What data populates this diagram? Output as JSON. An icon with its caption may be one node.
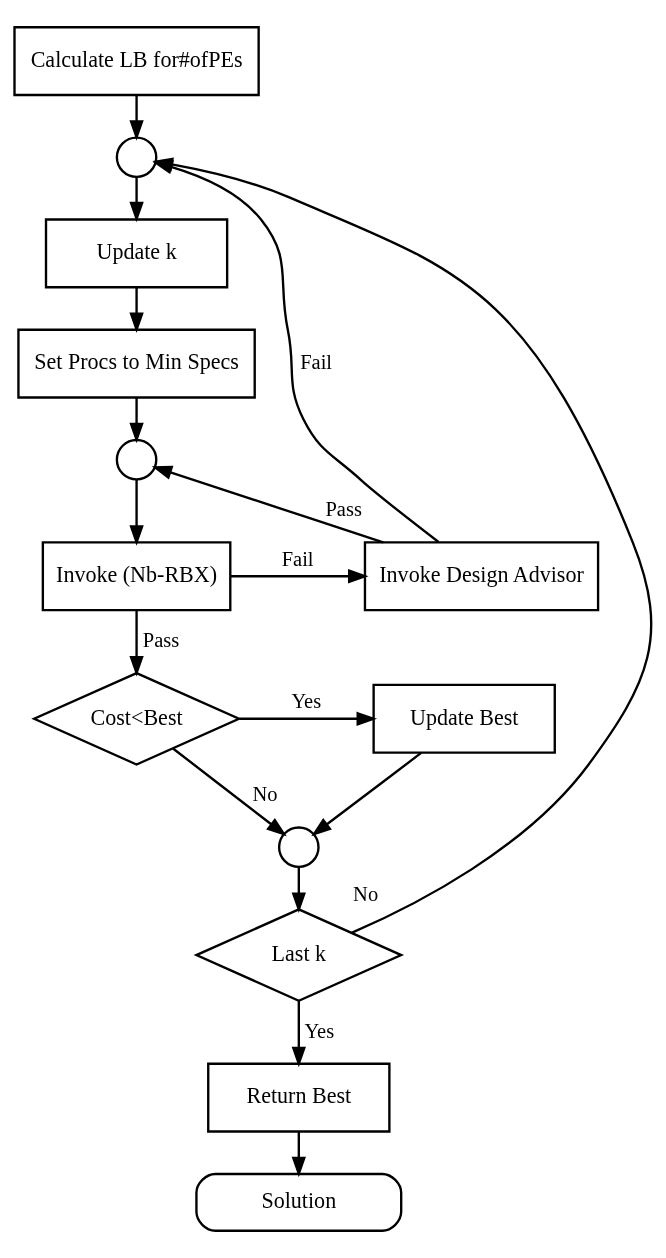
{
  "diagram": {
    "nodes": [
      {
        "text": [
          "Calculate LB for#ofPEs"
        ]
      },
      {
        "text": [],
        "shape": "circle"
      },
      {
        "text": [
          "Update k"
        ]
      },
      {
        "text": [
          "Set Procs to Min Specs"
        ]
      },
      {
        "text": [],
        "shape": "circle"
      },
      {
        "text": [
          "Invoke (Nb-RBX)"
        ]
      },
      {
        "text": [
          "Invoke Design Advisor"
        ]
      },
      {
        "text": [
          "Cost<Best"
        ]
      },
      {
        "text": [
          "Update Best"
        ]
      },
      {
        "text": [],
        "shape": "circle"
      },
      {
        "text": [
          "Last k"
        ]
      },
      {
        "text": [
          "Return Best"
        ]
      },
      {
        "text": [
          "Solution"
        ]
      }
    ],
    "edges": [
      {
        "from": 0,
        "to": 1,
        "arrow": "to"
      },
      {
        "from": 1,
        "to": 2,
        "arrow": "to"
      },
      {
        "from": 2,
        "to": 3,
        "arrow": "to"
      },
      {
        "from": 3,
        "to": 4,
        "arrow": "to"
      },
      {
        "from": 4,
        "to": 5,
        "arrow": "to"
      },
      {
        "from": 5,
        "to": 6,
        "arrow": "to",
        "label": "Fail"
      },
      {
        "from": 6,
        "to": 4,
        "arrow": "to",
        "label": "Pass"
      },
      {
        "from": 6,
        "to": 1,
        "arrow": "to",
        "label": "Fail"
      },
      {
        "from": 5,
        "to": 7,
        "arrow": "to",
        "label": "Pass"
      },
      {
        "from": 7,
        "to": 8,
        "arrow": "to",
        "label": "Yes"
      },
      {
        "from": 7,
        "to": 9,
        "arrow": "to",
        "label": "No"
      },
      {
        "from": 8,
        "to": 9,
        "arrow": "to"
      },
      {
        "from": 9,
        "to": 10,
        "arrow": "to"
      },
      {
        "from": 10,
        "to": 1,
        "arrow": "to",
        "label": "No"
      },
      {
        "from": 10,
        "to": 11,
        "arrow": "to",
        "label": "Yes"
      },
      {
        "from": 11,
        "to": 12,
        "arrow": "to"
      }
    ]
  }
}
